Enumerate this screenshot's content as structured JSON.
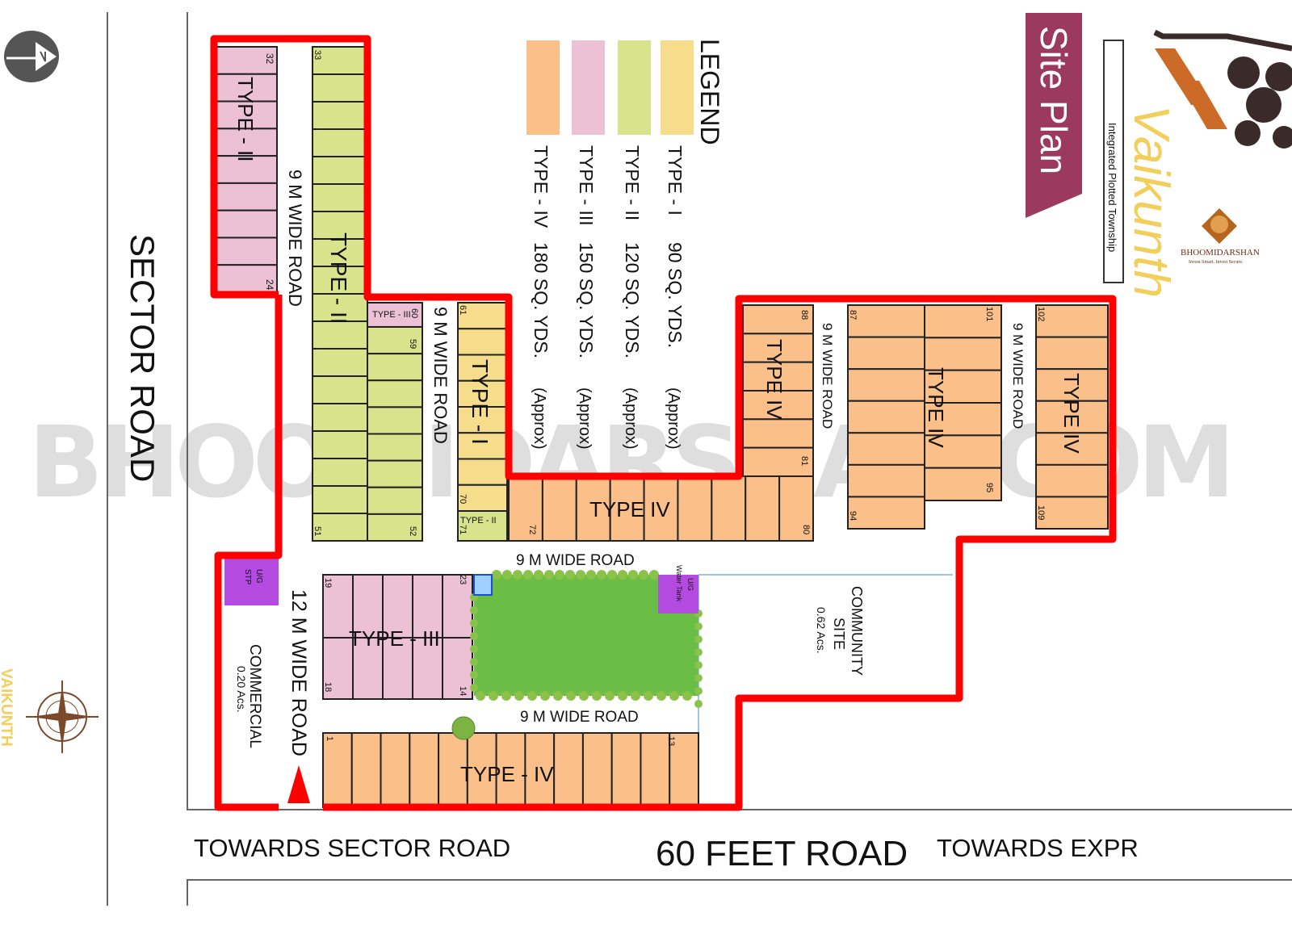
{
  "colors": {
    "type_i": "#f5dd8c",
    "type_ii": "#d7e48b",
    "type_iii": "#ecc1d6",
    "type_iv": "#fbc08a",
    "boundary": "#ff0000",
    "park": "#6abd45",
    "utility": "#b44be1",
    "banner": "#9b3a5c",
    "brand_yellow": "#f2cf5b",
    "brand_orange": "#cc6a28"
  },
  "brand": {
    "banner": "Site Plan",
    "tagline": "Integrated Plotted Township",
    "project": "Vaikunth",
    "partner": "BHOOMIDARSHAN",
    "partner_tagline": "Invest Smart. Invest Secure.",
    "side_mark": "VAIKUNTH",
    "watermark": "BHOOMIDARSHAN.COM"
  },
  "legend": {
    "title": "LEGEND",
    "items": [
      {
        "type": "TYPE - I",
        "size": "90 SQ. YDS.",
        "note": "(Approx)",
        "color_key": "type_i"
      },
      {
        "type": "TYPE - II",
        "size": "120 SQ. YDS.",
        "note": "(Approx)",
        "color_key": "type_ii"
      },
      {
        "type": "TYPE - III",
        "size": "150 SQ. YDS.",
        "note": "(Approx)",
        "color_key": "type_iii"
      },
      {
        "type": "TYPE - IV",
        "size": "180 SQ. YDS.",
        "note": "(Approx)",
        "color_key": "type_iv"
      }
    ]
  },
  "roads": {
    "sector": "SECTOR ROAD",
    "nine_m": "9 M WIDE ROAD",
    "twelve_m": "12 M WIDE ROAD",
    "sixty_feet": "60 FEET ROAD",
    "towards_sector": "TOWARDS SECTOR ROAD",
    "towards_expr": "TOWARDS EXPR"
  },
  "blocks": {
    "a": {
      "label": "TYPE - II",
      "first": "32",
      "last": "24"
    },
    "b": {
      "label": "TYPE - II",
      "first": "33",
      "last": "51",
      "second_last": "52",
      "second_first": "59"
    },
    "b_small": {
      "label": "TYPE - III",
      "number": "60"
    },
    "c": {
      "label": "TYPE - I",
      "first": "61",
      "last": "70"
    },
    "c_small": {
      "label": "TYPE - II",
      "number": "71"
    },
    "d": {
      "label": "TYPE IV",
      "first": "72",
      "last": "80"
    },
    "e": {
      "label": "TYPE IV",
      "first": "88",
      "last": "81"
    },
    "f": {
      "label": "TYPE IV",
      "first": "87",
      "last": "94",
      "second_first": "101",
      "second_last": "95"
    },
    "g": {
      "label": "TYPE IV",
      "first": "102",
      "last": "109"
    },
    "h": {
      "label": "TYPE - III",
      "first": "19",
      "last": "18",
      "second_first": "23",
      "second_last": "14"
    },
    "i": {
      "label": "TYPE - IV",
      "first": "1",
      "last": "13"
    }
  },
  "sites": {
    "stp": [
      "U/G",
      "STP"
    ],
    "water_tank": [
      "U/G",
      "Water Tank"
    ],
    "commercial": [
      "COMMERCIAL",
      "0.20 Acs."
    ],
    "community": [
      "COMMUNITY",
      "SITE",
      "0.62 Acs."
    ]
  },
  "icons": {
    "north": "north-arrow-icon",
    "compass": "compass-rose-icon"
  }
}
